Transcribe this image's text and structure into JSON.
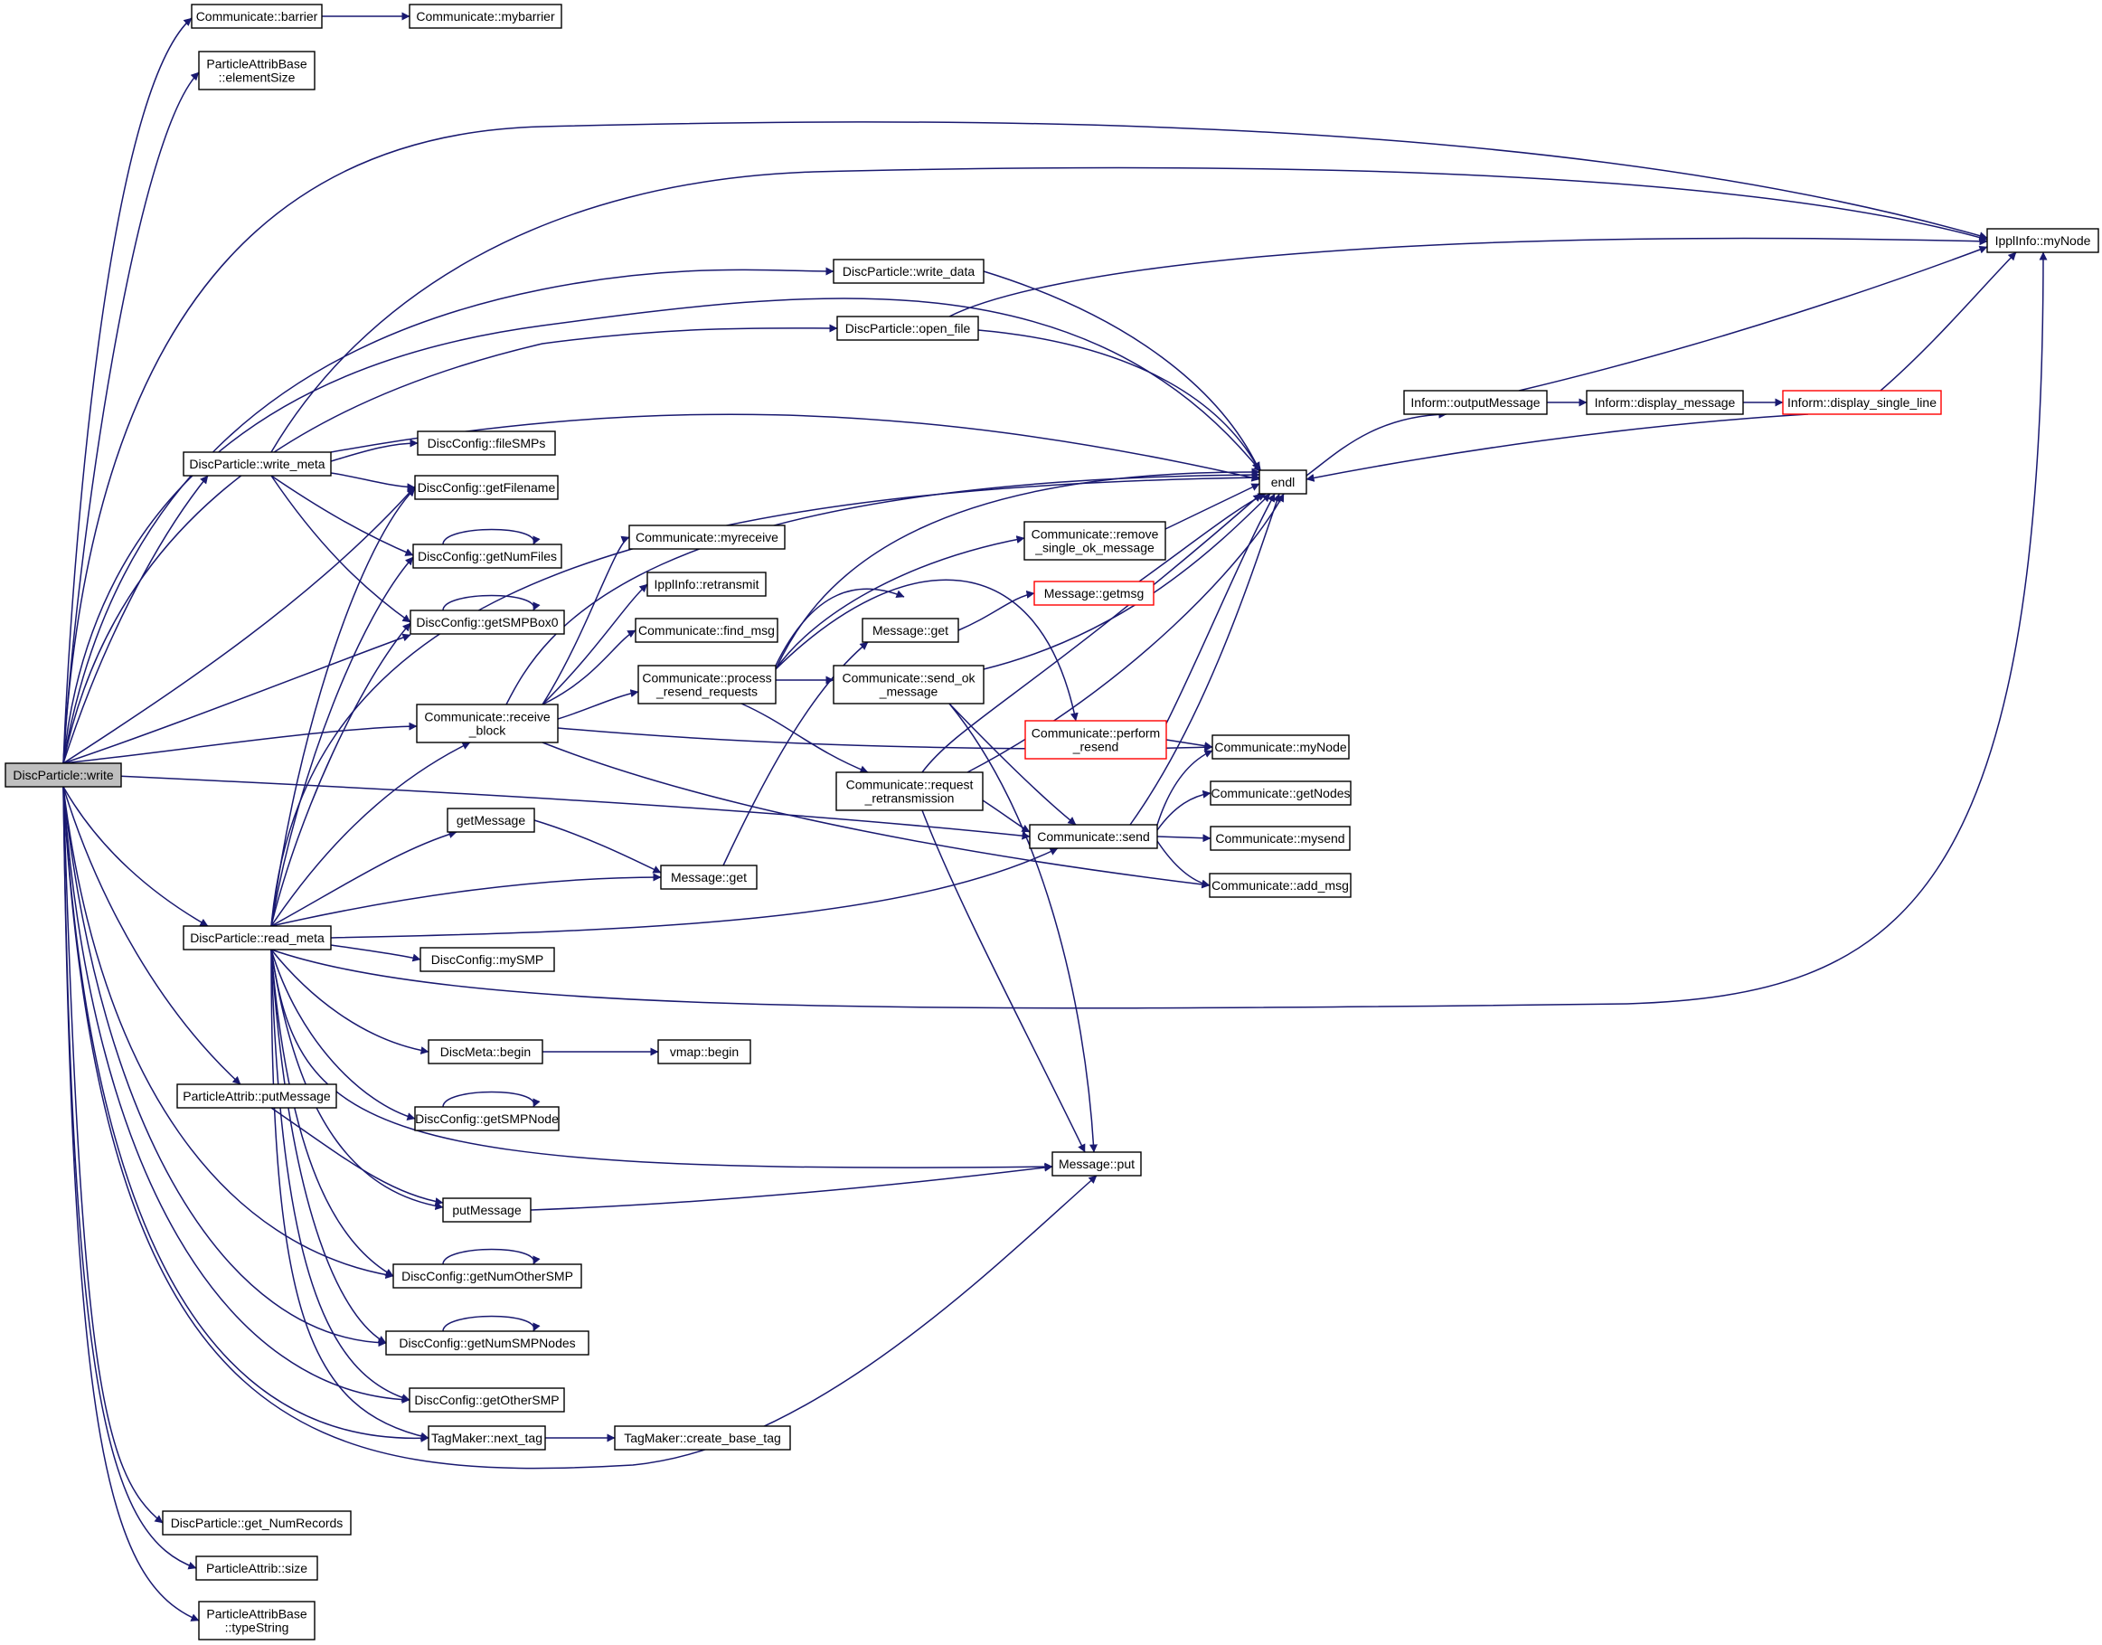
{
  "graph_title": "",
  "edge_color": "#191970",
  "highlight_border_color": "#ff0000",
  "root_fill_color": "#bfbfbf",
  "nodes": {
    "write": {
      "lines": [
        "DiscParticle::write"
      ],
      "root": true
    },
    "barrier": {
      "lines": [
        "Communicate::barrier"
      ]
    },
    "mybarrier": {
      "lines": [
        "Communicate::mybarrier"
      ]
    },
    "elementSize": {
      "lines": [
        "ParticleAttribBase",
        "::elementSize"
      ]
    },
    "myNodeIppl": {
      "lines": [
        "IpplInfo::myNode"
      ]
    },
    "write_data": {
      "lines": [
        "DiscParticle::write_data"
      ]
    },
    "open_file": {
      "lines": [
        "DiscParticle::open_file"
      ]
    },
    "outputMessage": {
      "lines": [
        "Inform::outputMessage"
      ]
    },
    "display_message": {
      "lines": [
        "Inform::display_message"
      ]
    },
    "display_single_line": {
      "lines": [
        "Inform::display_single_line"
      ],
      "red": true
    },
    "write_meta": {
      "lines": [
        "DiscParticle::write_meta"
      ]
    },
    "fileSMPs": {
      "lines": [
        "DiscConfig::fileSMPs"
      ]
    },
    "getFilename": {
      "lines": [
        "DiscConfig::getFilename"
      ]
    },
    "endl": {
      "lines": [
        "endl"
      ]
    },
    "getNumFiles": {
      "lines": [
        "DiscConfig::getNumFiles"
      ]
    },
    "myreceive": {
      "lines": [
        "Communicate::myreceive"
      ]
    },
    "remove_ok": {
      "lines": [
        "Communicate::remove",
        "_single_ok_message"
      ]
    },
    "retransmit": {
      "lines": [
        "IpplInfo::retransmit"
      ]
    },
    "getmsg": {
      "lines": [
        "Message::getmsg"
      ],
      "red": true
    },
    "getSMPBox0": {
      "lines": [
        "DiscConfig::getSMPBox0"
      ]
    },
    "find_msg": {
      "lines": [
        "Communicate::find_msg"
      ]
    },
    "msgget1": {
      "lines": [
        "Message::get"
      ]
    },
    "process_resend": {
      "lines": [
        "Communicate::process",
        "_resend_requests"
      ]
    },
    "send_ok": {
      "lines": [
        "Communicate::send_ok",
        "_message"
      ]
    },
    "receive_block": {
      "lines": [
        "Communicate::receive",
        "_block"
      ]
    },
    "perform_resend": {
      "lines": [
        "Communicate::perform",
        "_resend"
      ],
      "red": true
    },
    "myNodeComm": {
      "lines": [
        "Communicate::myNode"
      ]
    },
    "request_retrans": {
      "lines": [
        "Communicate::request",
        "_retransmission"
      ]
    },
    "getNodes": {
      "lines": [
        "Communicate::getNodes"
      ]
    },
    "getMessage": {
      "lines": [
        "getMessage"
      ]
    },
    "send": {
      "lines": [
        "Communicate::send"
      ]
    },
    "mysend": {
      "lines": [
        "Communicate::mysend"
      ]
    },
    "msgget2": {
      "lines": [
        "Message::get"
      ]
    },
    "add_msg": {
      "lines": [
        "Communicate::add_msg"
      ]
    },
    "read_meta": {
      "lines": [
        "DiscParticle::read_meta"
      ]
    },
    "mySMP": {
      "lines": [
        "DiscConfig::mySMP"
      ]
    },
    "metaBegin": {
      "lines": [
        "DiscMeta::begin"
      ]
    },
    "vmapBegin": {
      "lines": [
        "vmap::begin"
      ]
    },
    "attribPutMessage": {
      "lines": [
        "ParticleAttrib::putMessage"
      ]
    },
    "getSMPNode": {
      "lines": [
        "DiscConfig::getSMPNode"
      ]
    },
    "msgput": {
      "lines": [
        "Message::put"
      ]
    },
    "putMessage": {
      "lines": [
        "putMessage"
      ]
    },
    "getNumOtherSMP": {
      "lines": [
        "DiscConfig::getNumOtherSMP"
      ]
    },
    "getNumSMPNodes": {
      "lines": [
        "DiscConfig::getNumSMPNodes"
      ]
    },
    "getOtherSMP": {
      "lines": [
        "DiscConfig::getOtherSMP"
      ]
    },
    "next_tag": {
      "lines": [
        "TagMaker::next_tag"
      ]
    },
    "create_base_tag": {
      "lines": [
        "TagMaker::create_base_tag"
      ]
    },
    "getNumRecords": {
      "lines": [
        "DiscParticle::get_NumRecords"
      ]
    },
    "attribSize": {
      "lines": [
        "ParticleAttrib::size"
      ]
    },
    "typeString": {
      "lines": [
        "ParticleAttribBase",
        "::typeString"
      ]
    }
  }
}
